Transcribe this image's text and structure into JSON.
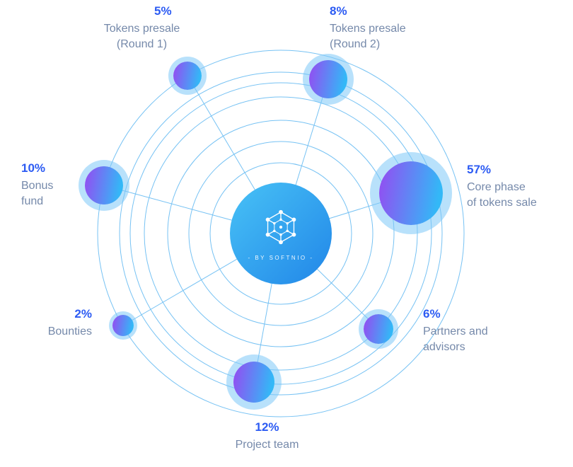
{
  "diagram": {
    "title_hint": "token-allocation-orbit-diagram",
    "center": {
      "logo": "hex-network-logo",
      "tagline": "- BY SOFTNIO -"
    },
    "nodes": [
      {
        "id": "tokens-presale-round-1",
        "percent": "5%",
        "lines": [
          "Tokens presale",
          "(Round 1)"
        ]
      },
      {
        "id": "tokens-presale-round-2",
        "percent": "8%",
        "lines": [
          "Tokens presale",
          "(Round 2)"
        ]
      },
      {
        "id": "bonus-fund",
        "percent": "10%",
        "lines": [
          "Bonus",
          "fund"
        ]
      },
      {
        "id": "core-phase",
        "percent": "57%",
        "lines": [
          "Core phase",
          "of tokens sale"
        ]
      },
      {
        "id": "bounties",
        "percent": "2%",
        "lines": [
          "Bounties"
        ]
      },
      {
        "id": "partners-advisors",
        "percent": "6%",
        "lines": [
          "Partners and",
          "advisors"
        ]
      },
      {
        "id": "project-team",
        "percent": "12%",
        "lines": [
          "Project team"
        ]
      }
    ],
    "colors": {
      "percent_text": "#2c5bf3",
      "label_text": "#7589aa",
      "orbit_stroke": "#55b3f1",
      "node_gradient_start": "#8d54f2",
      "node_gradient_end": "#33b8f7",
      "center_gradient_start": "#48c2f6",
      "center_gradient_end": "#2186e8",
      "halo": "rgba(125,200,248,0.55)"
    }
  }
}
